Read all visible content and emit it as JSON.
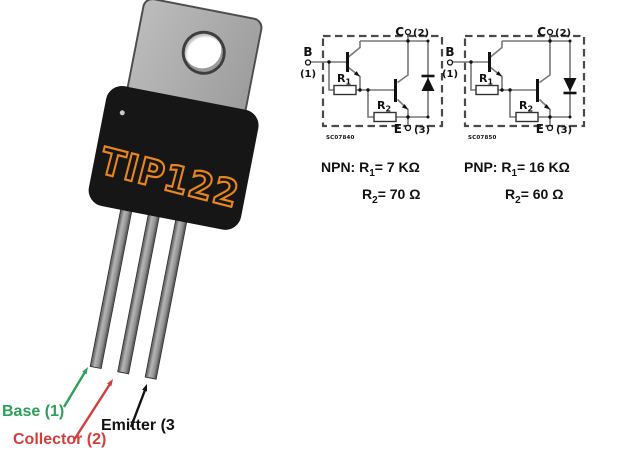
{
  "package": {
    "marking": "TIP122",
    "marking_color": "#e8861c",
    "pins": [
      {
        "label": "Base (1)",
        "color": "#2ca05a"
      },
      {
        "label": "Collector (2)",
        "color": "#d43d3d"
      },
      {
        "label": "Emitter (3",
        "color": "#121212"
      }
    ]
  },
  "schematics": {
    "npn": {
      "terminal_b": "B",
      "pin_b": "(1)",
      "terminal_c": "C",
      "pin_c": "(2)",
      "terminal_e": "E",
      "pin_e": "(3)",
      "r1": "R",
      "r1_sub": "1",
      "r2": "R",
      "r2_sub": "2",
      "code": "SC07840",
      "diode_direction": "up"
    },
    "pnp": {
      "terminal_b": "B",
      "pin_b": "(1)",
      "terminal_c": "C",
      "pin_c": "(2)",
      "terminal_e": "E",
      "pin_e": "(3)",
      "r1": "R",
      "r1_sub": "1",
      "r2": "R",
      "r2_sub": "2",
      "code": "SC07850",
      "diode_direction": "down"
    }
  },
  "values": {
    "npn": {
      "line1_pre": "NPN: R",
      "line1_sub": "1",
      "line1_post": "= 7 KΩ",
      "line2_pre": "R",
      "line2_sub": "2",
      "line2_post": "= 70 Ω"
    },
    "pnp": {
      "line1_pre": "PNP: R",
      "line1_sub": "1",
      "line1_post": "= 16 KΩ",
      "line2_pre": "R",
      "line2_sub": "2",
      "line2_post": "= 60 Ω"
    }
  }
}
